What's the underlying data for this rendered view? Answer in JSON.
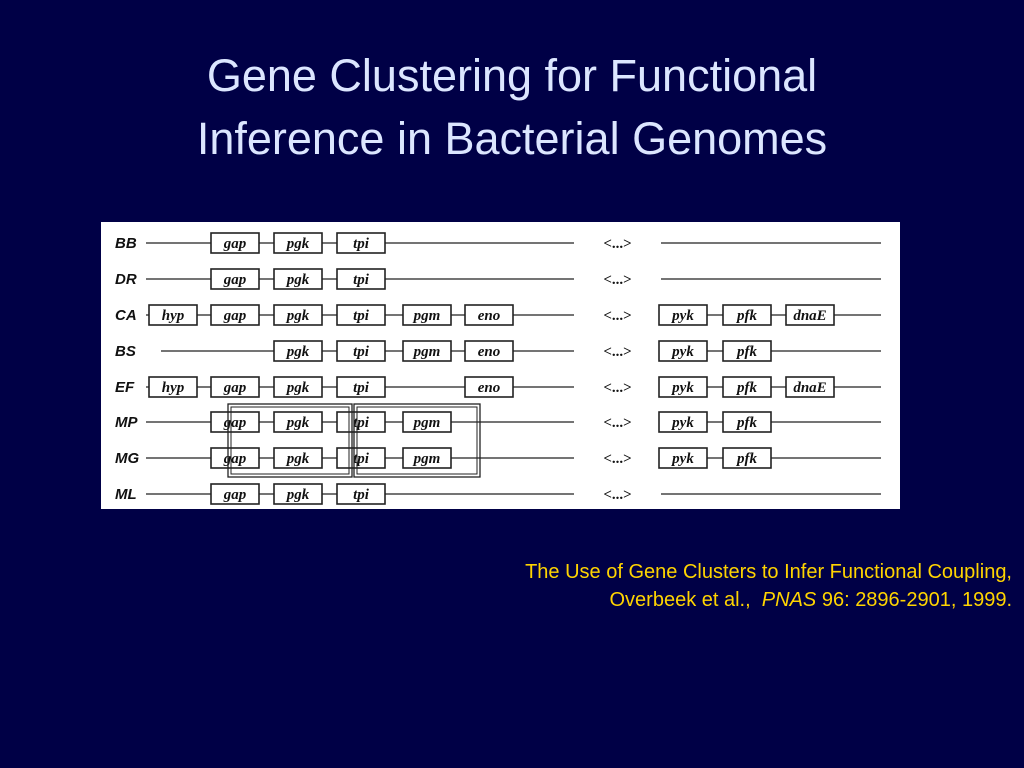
{
  "slide": {
    "title_line1": "Gene Clustering for Functional",
    "title_line2": "Inference in Bacterial Genomes"
  },
  "citation": {
    "line1": "The Use of Gene Clusters to Infer Functional Coupling,",
    "authors": "Overbeek et al.,",
    "journal": "PNAS",
    "details": "96: 2896-2901, 1999."
  },
  "figure": {
    "gap_text": "<...>",
    "rows": [
      {
        "label": "BB",
        "genes": [
          "gap",
          "pgk",
          "tpi"
        ]
      },
      {
        "label": "DR",
        "genes": [
          "gap",
          "pgk",
          "tpi"
        ]
      },
      {
        "label": "CA",
        "genes": [
          "hyp",
          "gap",
          "pgk",
          "tpi",
          "pgm",
          "eno",
          "pyk",
          "pfk",
          "dnaE"
        ]
      },
      {
        "label": "BS",
        "genes": [
          "pgk",
          "tpi",
          "pgm",
          "eno",
          "pyk",
          "pfk"
        ]
      },
      {
        "label": "EF",
        "genes": [
          "hyp",
          "gap",
          "pgk",
          "tpi",
          "eno",
          "pyk",
          "pfk",
          "dnaE"
        ]
      },
      {
        "label": "MP",
        "genes": [
          "gap",
          "pgk",
          "tpi",
          "pgm",
          "pyk",
          "pfk"
        ]
      },
      {
        "label": "MG",
        "genes": [
          "gap",
          "pgk",
          "tpi",
          "pgm",
          "pyk",
          "pfk"
        ]
      },
      {
        "label": "ML",
        "genes": [
          "gap",
          "pgk",
          "tpi"
        ]
      }
    ]
  }
}
